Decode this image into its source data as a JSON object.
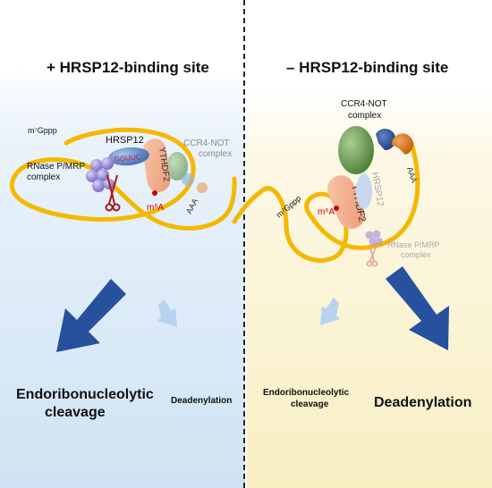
{
  "colors": {
    "rna": "#f5b800",
    "hrsp12": "#5b8fc9",
    "ythdf2": "#f3b08e",
    "rnase": "#8f7fd0",
    "ccr4_not_green": "#6a9a52",
    "ccr4_not_blue": "#2f5597",
    "ccr4_not_orange": "#d87a1e",
    "arrow_strong": "#27519e",
    "arrow_faint": "#b9d2ee",
    "m6a_red": "#d00000"
  },
  "left": {
    "title": "+ HRSP12-binding site",
    "cap": "m⁷Gppp",
    "hrsp12": "HRSP12",
    "gguuc": "GGUUC",
    "ythdf2": "YTHDF2",
    "rnase_line1": "RNase P/MRP",
    "rnase_line2": "complex",
    "ccr4_line1": "CCR4-NOT",
    "ccr4_line2": "complex",
    "m6a": "m⁶A",
    "polya": "AAA",
    "outcome_major_line1": "Endoribonucleolytic",
    "outcome_major_line2": "cleavage",
    "outcome_minor": "Deadenylation"
  },
  "right": {
    "title": "– HRSP12-binding site",
    "ccr4_line1": "CCR4-NOT",
    "ccr4_line2": "complex",
    "cap": "m⁷Gppp",
    "ythdf2": "YTHDF2",
    "hrsp12": "HRSP12",
    "m6a": "m⁶A",
    "polya": "AAA",
    "rnase_line1": "RNase P/MRP",
    "rnase_line2": "complex",
    "outcome_minor_line1": "Endoribonucleolytic",
    "outcome_minor_line2": "cleavage",
    "outcome_major": "Deadenylation"
  }
}
